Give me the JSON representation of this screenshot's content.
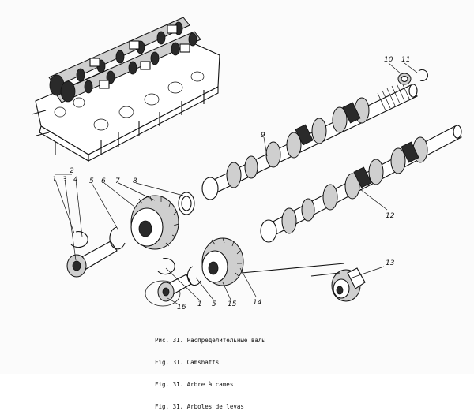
{
  "figure": {
    "callouts": [
      "1",
      "2",
      "3",
      "4",
      "5",
      "6",
      "7",
      "8",
      "9",
      "10",
      "11",
      "12",
      "13",
      "14",
      "15",
      "16",
      "1",
      "5"
    ],
    "caption": [
      "Рис. 31. Распределительные валы",
      "Fig. 31. Camshafts",
      "Fig. 31. Arbre à cames",
      "Fig. 31. Arboles de levas"
    ]
  }
}
